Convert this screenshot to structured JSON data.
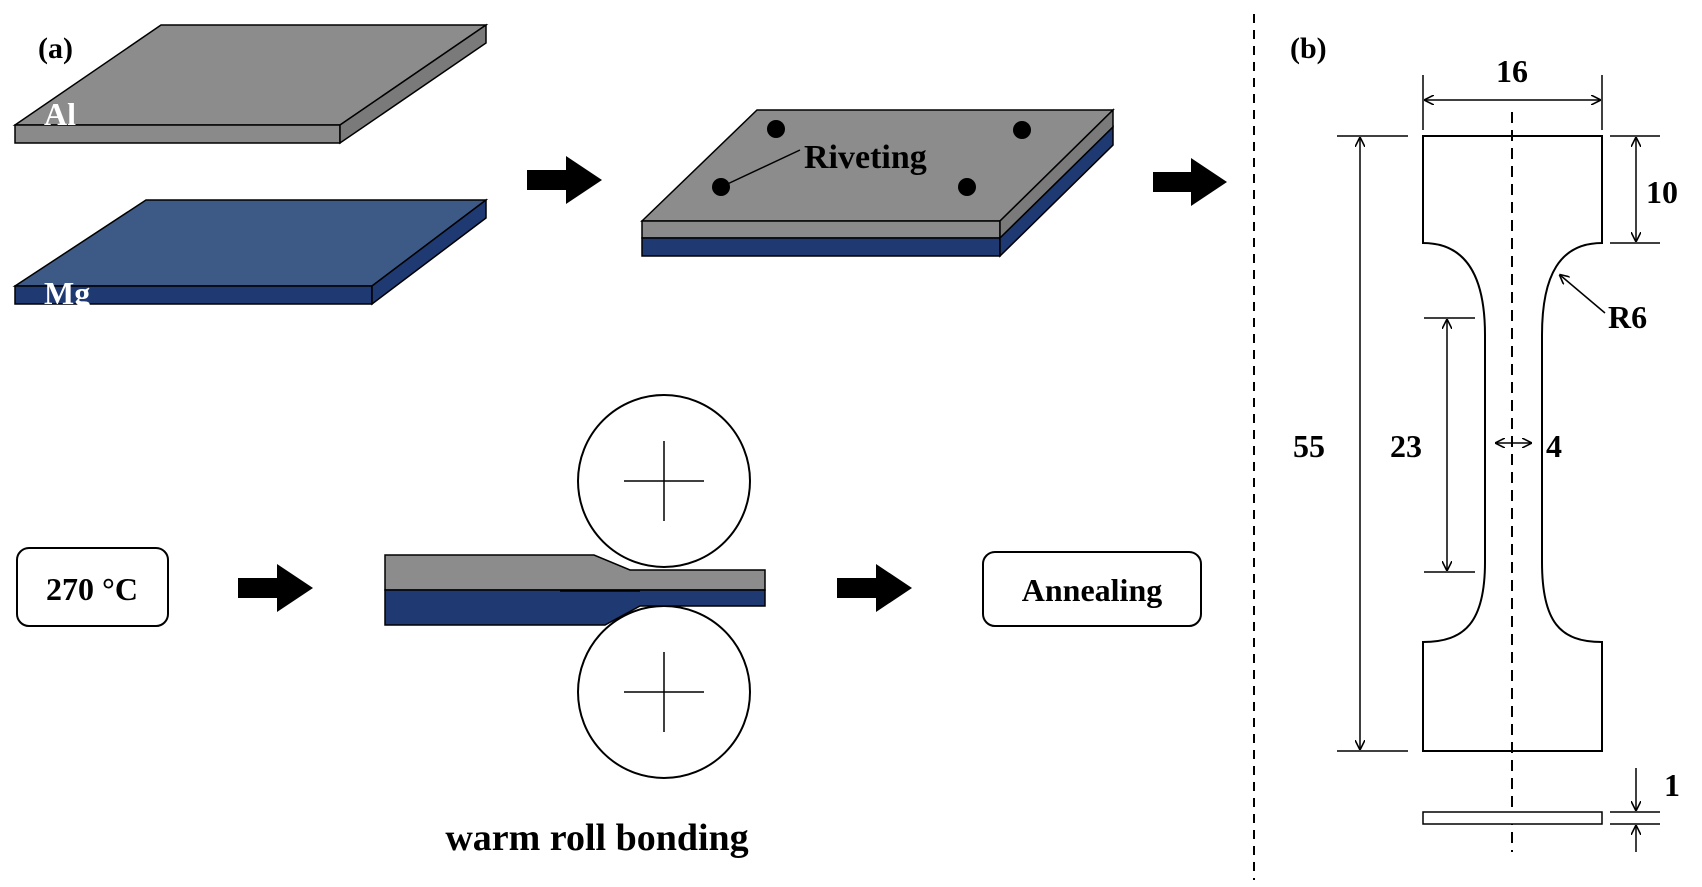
{
  "panel_a": {
    "label": "(a)",
    "al_label": "Al",
    "mg_label": "Mg",
    "riveting_label": "Riveting",
    "temperature_label": "270 °C",
    "annealing_label": "Annealing",
    "process_label": "warm roll bonding"
  },
  "panel_b": {
    "label": "(b)",
    "dimensions": {
      "width": "16",
      "grip_length": "10",
      "fillet_radius": "R6",
      "total_length": "55",
      "gauge_length": "23",
      "gauge_width": "4",
      "thickness": "1"
    }
  },
  "colors": {
    "al_face": "#8c8c8c",
    "al_edge": "#7a7a7a",
    "mg_face": "#3d5a86",
    "mg_edge": "#1f3a73",
    "line": "#000000"
  }
}
